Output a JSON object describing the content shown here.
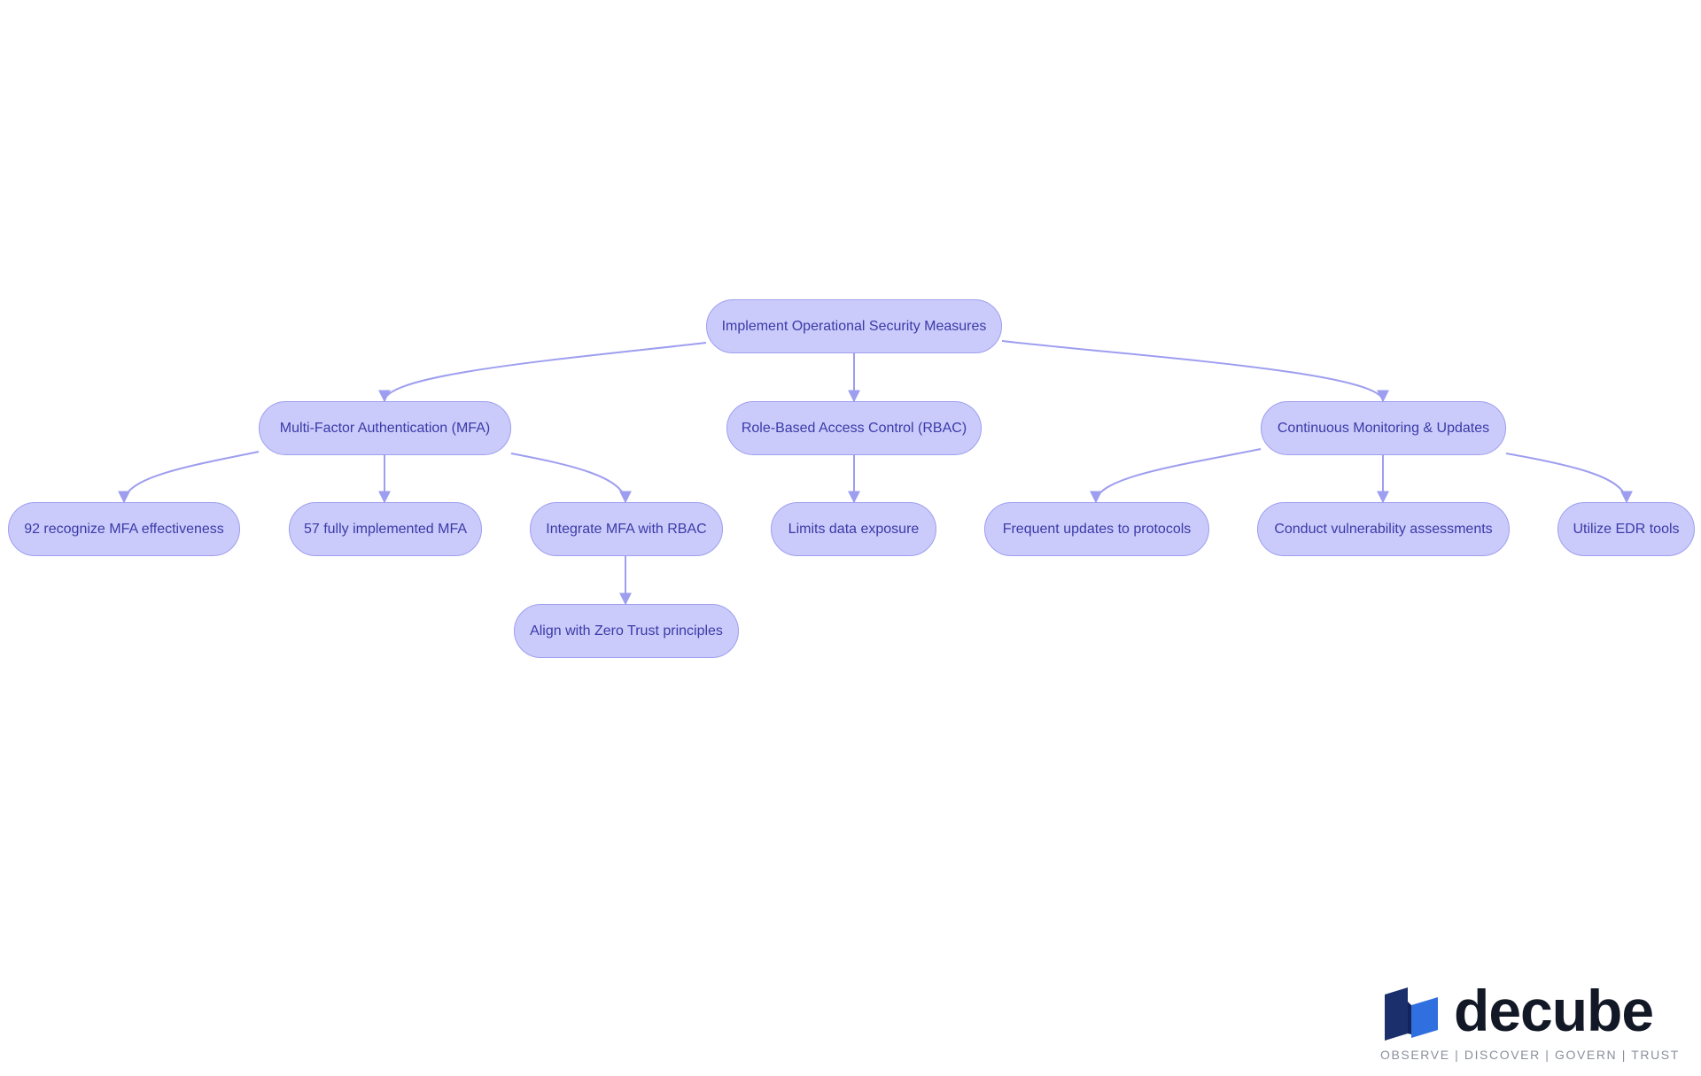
{
  "diagram": {
    "nodes": [
      {
        "id": "root",
        "label": "Implement Operational Security Measures"
      },
      {
        "id": "mfa",
        "label": "Multi-Factor Authentication (MFA)"
      },
      {
        "id": "rbac",
        "label": "Role-Based Access Control (RBAC)"
      },
      {
        "id": "cmu",
        "label": "Continuous Monitoring & Updates"
      },
      {
        "id": "c1",
        "label": "92 recognize MFA effectiveness"
      },
      {
        "id": "c2",
        "label": "57 fully implemented MFA"
      },
      {
        "id": "c3",
        "label": "Integrate MFA with RBAC"
      },
      {
        "id": "c4",
        "label": "Limits data exposure"
      },
      {
        "id": "c5",
        "label": "Frequent updates to protocols"
      },
      {
        "id": "c6",
        "label": "Conduct vulnerability assessments"
      },
      {
        "id": "c7",
        "label": "Utilize EDR tools"
      },
      {
        "id": "c8",
        "label": "Align with Zero Trust principles"
      }
    ],
    "edges": [
      {
        "from": "root",
        "to": "mfa"
      },
      {
        "from": "root",
        "to": "rbac"
      },
      {
        "from": "root",
        "to": "cmu"
      },
      {
        "from": "mfa",
        "to": "c1"
      },
      {
        "from": "mfa",
        "to": "c2"
      },
      {
        "from": "mfa",
        "to": "c3"
      },
      {
        "from": "c3",
        "to": "c8"
      },
      {
        "from": "rbac",
        "to": "c4"
      },
      {
        "from": "cmu",
        "to": "c5"
      },
      {
        "from": "cmu",
        "to": "c6"
      },
      {
        "from": "cmu",
        "to": "c7"
      }
    ]
  },
  "logo": {
    "wordmark": "decube",
    "tagline": "OBSERVE | DISCOVER | GOVERN | TRUST"
  },
  "colors": {
    "node_fill": "#cbcbfb",
    "node_border": "#9e9ef0",
    "node_text": "#3a3aa8",
    "edge": "#9e9ef0",
    "logo_dark": "#1a2f6b",
    "logo_light": "#2f6fe0"
  }
}
